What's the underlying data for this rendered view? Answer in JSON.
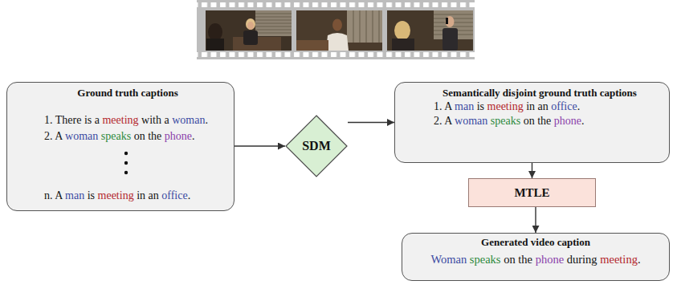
{
  "diagram": {
    "nodes": [
      {
        "text": [
          "Ground truth captions",
          "1. There is a meeting with a woman.",
          "2. A woman speaks on the phone.",
          "n. A man is meeting in an office."
        ]
      },
      {
        "text": [
          "SDM"
        ]
      },
      {
        "text": [
          "Semantically disjoint ground truth captions",
          "1. A man is meeting in an office.",
          "2. A woman speaks on the phone."
        ]
      },
      {
        "text": [
          "MTLE"
        ]
      },
      {
        "text": [
          "Generated video caption",
          "Woman speaks on the phone during meeting."
        ]
      }
    ],
    "edges": [
      {
        "from": 0,
        "to": 1,
        "arrow": "to"
      },
      {
        "from": 1,
        "to": 2,
        "arrow": "to"
      },
      {
        "from": 2,
        "to": 3,
        "arrow": "to"
      },
      {
        "from": 3,
        "to": 4,
        "arrow": "to"
      }
    ]
  }
}
